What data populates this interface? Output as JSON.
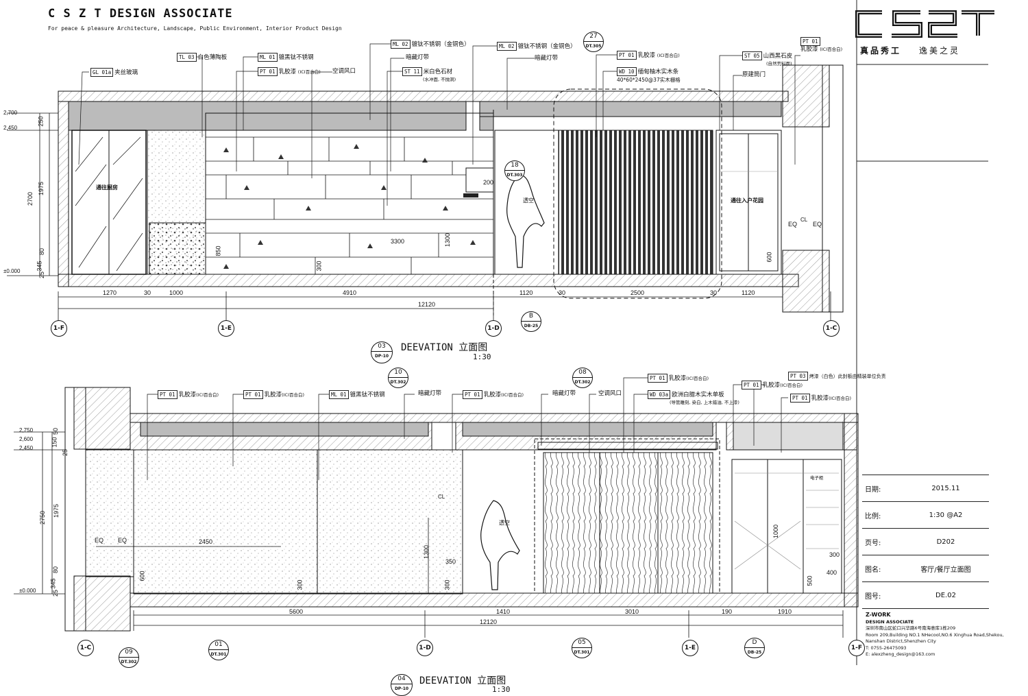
{
  "header": {
    "firm_title": "C S Z T  DESIGN ASSOCIATE",
    "tagline": "For peace & pleasure Architecture, Landscape, Public Environment, Interior Product Design",
    "logo_text": "CSZT",
    "slogan_left": "真品秀工",
    "slogan_right": "逸美之灵"
  },
  "upper_elevation": {
    "caption_number": "03",
    "caption_sub": "DP-10",
    "caption_title": "DEEVATION 立面图",
    "scale": "1:30",
    "annotations": [
      {
        "code": "GL 01a",
        "text": "夹丝玻璃"
      },
      {
        "code": "TL 03",
        "text": "白色薄陶板"
      },
      {
        "code": "ML 01",
        "text": "镀黑钛不锈钢"
      },
      {
        "code": "PT 01",
        "text": "乳胶漆",
        "note": "(ICI百合白)"
      },
      {
        "code": "",
        "text": "空调风口"
      },
      {
        "code": "ML 02",
        "text": "镀钛不锈钢（金铜色）"
      },
      {
        "code": "",
        "text": "暗藏灯带"
      },
      {
        "code": "ST 11",
        "text": "米白色石材",
        "note": "(水冲面, 不抛洞)"
      },
      {
        "code": "ML 02",
        "text": "镀钛不锈钢（金铜色）"
      },
      {
        "code": "",
        "text": "暗藏灯带"
      },
      {
        "code": "PT 01",
        "text": "乳胶漆",
        "note": "(ICI百合白)"
      },
      {
        "code": "WD 10",
        "text": "缅甸柚木实木条",
        "note": "40*60*2450@37实木栅格"
      },
      {
        "code": "ST 05",
        "text": "山西黑石皮",
        "note": "(自然荒料面)"
      },
      {
        "code": "",
        "text": "原建筒门"
      },
      {
        "code": "PT 01",
        "text": "乳胶漆",
        "note": "(ICI百合白)"
      }
    ],
    "levels": [
      "2,700",
      "2,450",
      "±0.000"
    ],
    "vertical_dims": [
      "250",
      "2700",
      "1975",
      "80",
      "345",
      "25"
    ],
    "bottom_dims": [
      "1270",
      "30",
      "1000",
      "4910",
      "1120",
      "30",
      "2500",
      "30",
      "1120"
    ],
    "total_dim": "12120",
    "inner_dims": [
      "200",
      "3300",
      "1300",
      "850",
      "300",
      "600",
      "EQ",
      "CL",
      "EQ"
    ],
    "grid_labels": [
      "1-F",
      "1-E",
      "1-D",
      "1-C"
    ],
    "details": [
      {
        "num": "27",
        "ref": "DT.305"
      },
      {
        "num": "18",
        "ref": "DT.303"
      },
      {
        "num": "B",
        "ref": "DB-25"
      }
    ],
    "notes": [
      "通往厨房",
      "透空",
      "通往入户花园"
    ]
  },
  "lower_elevation": {
    "caption_number": "04",
    "caption_sub": "DP-10",
    "caption_title": "DEEVATION 立面图",
    "scale": "1:30",
    "annotations": [
      {
        "code": "PT 01",
        "text": "乳胶漆",
        "note": "(ICI百合白)"
      },
      {
        "code": "PT 01",
        "text": "乳胶漆",
        "note": "(ICI百合白)"
      },
      {
        "code": "ML 01",
        "text": "镀黑钛不锈钢"
      },
      {
        "code": "",
        "text": "暗藏灯带"
      },
      {
        "code": "PT 01",
        "text": "乳胶漆",
        "note": "(ICI百合白)"
      },
      {
        "code": "",
        "text": "暗藏灯带"
      },
      {
        "code": "",
        "text": "空调风口"
      },
      {
        "code": "PT 01",
        "text": "乳胶漆",
        "note": "(ICI百合白)"
      },
      {
        "code": "WD 03a",
        "text": "欧洲白腊木实木单板",
        "note": "(导管雕刻, 染白, 上木蜡油, 不上漆)"
      },
      {
        "code": "PT 01",
        "text": "乳胶漆",
        "note": "(ICI百合白)"
      },
      {
        "code": "PT 03",
        "text": "烤漆（白色）此封板由精装单位负责"
      },
      {
        "code": "PT 01",
        "text": "乳胶漆",
        "note": "(ICI百合白)"
      }
    ],
    "levels": [
      "2,750",
      "2,600",
      "2,450",
      "±0.000"
    ],
    "vertical_dims": [
      "150",
      "50",
      "25",
      "2750",
      "1975",
      "80",
      "345",
      "25"
    ],
    "bottom_dims": [
      "5600",
      "1410",
      "3010",
      "190",
      "1910"
    ],
    "total_dim": "12120",
    "inner_dims": [
      "EQ",
      "EQ",
      "2450",
      "600",
      "300",
      "CL",
      "1300",
      "350",
      "300",
      "1000",
      "300",
      "400",
      "500"
    ],
    "grid_labels": [
      "1-C",
      "1-D",
      "1-E",
      "1-F"
    ],
    "details": [
      {
        "num": "10",
        "ref": "DT.302"
      },
      {
        "num": "08",
        "ref": "DT.302"
      },
      {
        "num": "09",
        "ref": "DT.302"
      },
      {
        "num": "01",
        "ref": "DT.301"
      },
      {
        "num": "05",
        "ref": "DT.301"
      },
      {
        "num": "D",
        "ref": "DB-25"
      }
    ],
    "notes": [
      "透空",
      "电子柜"
    ]
  },
  "title_block": {
    "rows": [
      {
        "key": "日期:",
        "value": "2015.11"
      },
      {
        "key": "比例:",
        "value": "1:30 @A2"
      },
      {
        "key": "页号:",
        "value": "D202"
      },
      {
        "key": "图名:",
        "value": "客厅/餐厅立面图"
      },
      {
        "key": "图号:",
        "value": "DE.02"
      }
    ],
    "firm_name": "Z-WORK",
    "firm_sub": "DESIGN ASSOCIATE",
    "address_cn": "深圳市南山区蛇口兴华路6号南海意库1栋209",
    "address_en1": "Room 209,Building NO.1 NHecool,NO.6 Xinghua Road,Shekou,",
    "address_en2": "Nanshan District,Shenzhen City",
    "phone": "T: 0755-26475093",
    "email": "E: alexzheng_design@163.com"
  }
}
